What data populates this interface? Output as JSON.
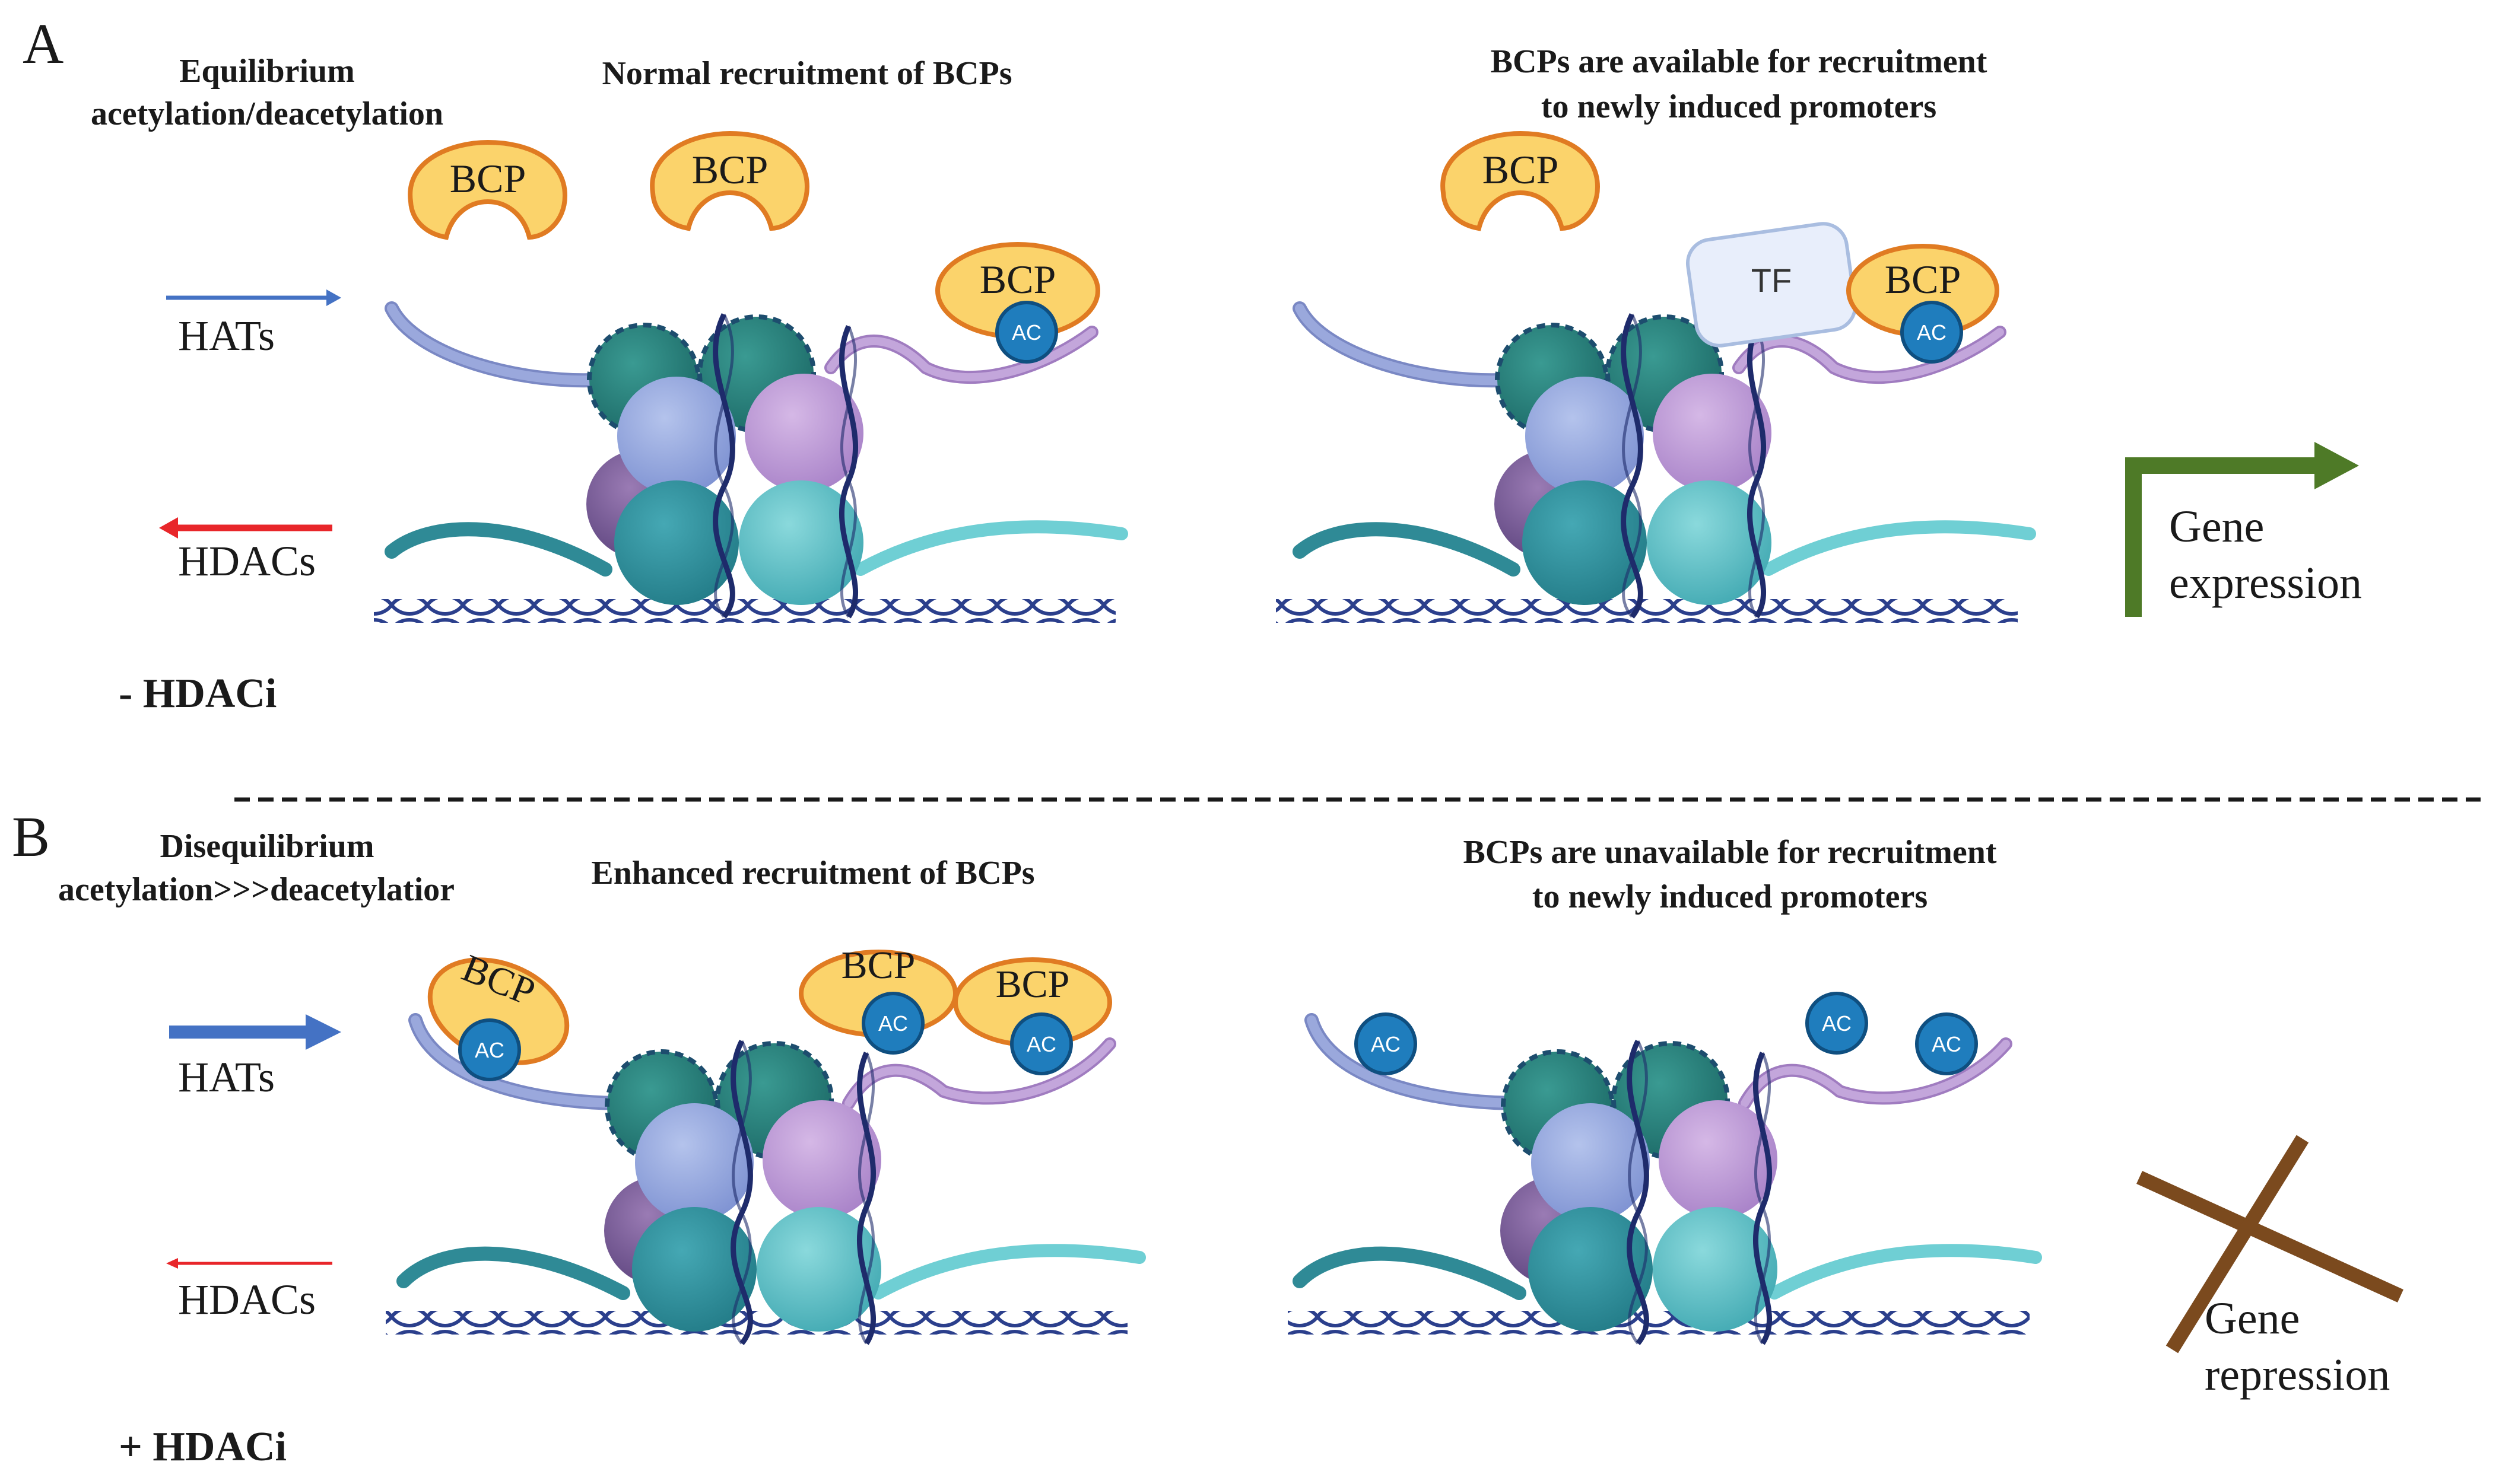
{
  "panel_a": {
    "letter": "A",
    "balance_line1": "Equilibrium",
    "balance_line2": "acetylation/deacetylation",
    "left_heading": "Normal recruitment of BCPs",
    "right_heading_line1": "BCPs are available for recruitment",
    "right_heading_line2": "to newly induced promoters",
    "hats": "HATs",
    "hdacs": "HDACs",
    "condition": "- HDACi",
    "outcome_line1": "Gene",
    "outcome_line2": "expression"
  },
  "panel_b": {
    "letter": "B",
    "balance_line1": "Disequilibrium",
    "balance_line2": "acetylation>>>deacetylatior",
    "left_heading": "Enhanced recruitment of BCPs",
    "right_heading_line1": "BCPs are unavailable for recruitment",
    "right_heading_line2": "to newly induced promoters",
    "hats": "HATs",
    "hdacs": "HDACs",
    "condition": "+ HDACi",
    "outcome_line1": "Gene",
    "outcome_line2": "repression"
  },
  "labels": {
    "bcp": "BCP",
    "ac": "AC",
    "tf": "TF"
  },
  "colors": {
    "hat_arrow": "#4472c4",
    "hdac_arrow": "#e8262a",
    "expression_arrow": "#4e7a27",
    "repression_cross": "#7b4a1e",
    "bcp_fill": "#fbd36b",
    "bcp_stroke": "#e07b22",
    "ac_fill": "#1f7dbd",
    "dna": "#2b3f8c"
  }
}
